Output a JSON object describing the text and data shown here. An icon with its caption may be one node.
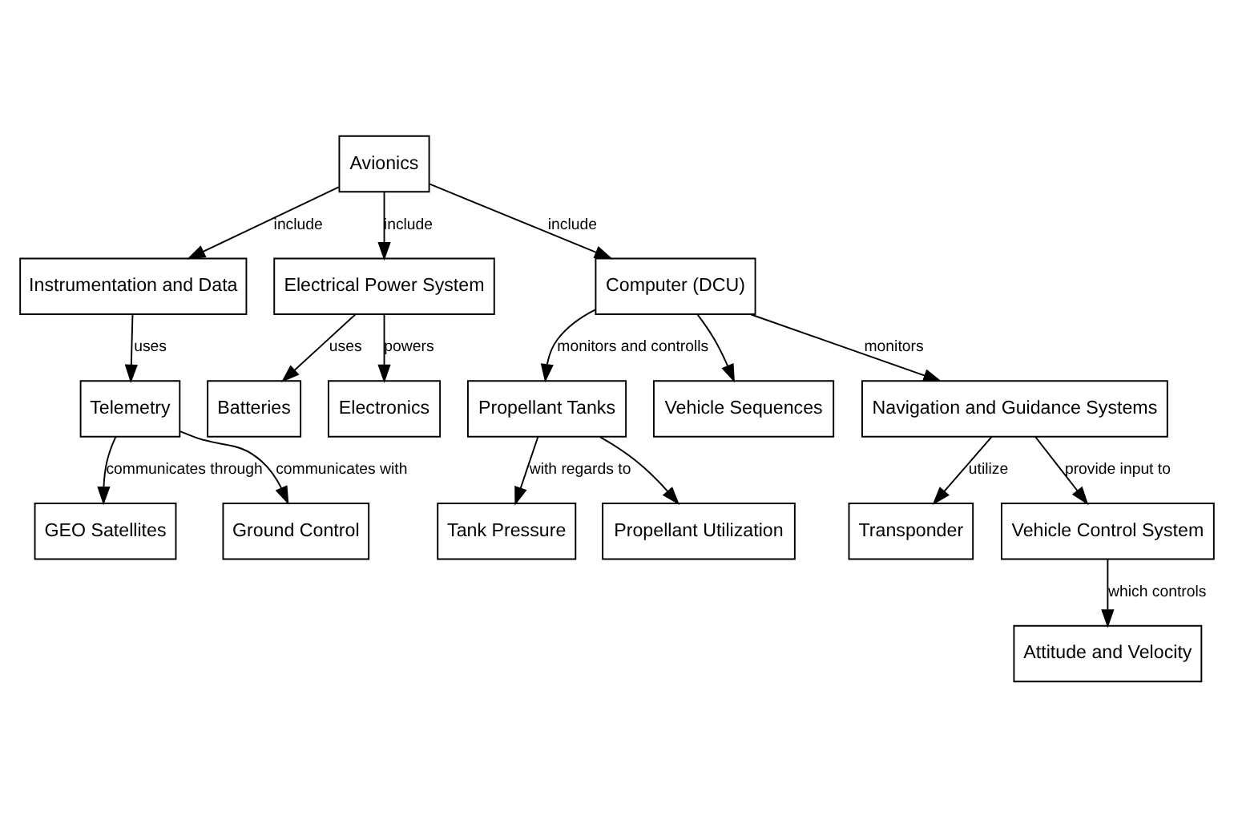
{
  "diagram": {
    "nodes": [
      {
        "text": [
          "Avionics"
        ]
      },
      {
        "text": [
          "Instrumentation and Data"
        ]
      },
      {
        "text": [
          "Electrical Power System"
        ]
      },
      {
        "text": [
          "Computer (DCU)"
        ]
      },
      {
        "text": [
          "Telemetry"
        ]
      },
      {
        "text": [
          "Batteries"
        ]
      },
      {
        "text": [
          "Electronics"
        ]
      },
      {
        "text": [
          "Propellant Tanks"
        ]
      },
      {
        "text": [
          "Vehicle Sequences"
        ]
      },
      {
        "text": [
          "Navigation and Guidance Systems"
        ]
      },
      {
        "text": [
          "GEO Satellites"
        ]
      },
      {
        "text": [
          "Ground Control"
        ]
      },
      {
        "text": [
          "Tank Pressure"
        ]
      },
      {
        "text": [
          "Propellant Utilization"
        ]
      },
      {
        "text": [
          "Transponder"
        ]
      },
      {
        "text": [
          "Vehicle Control System"
        ]
      },
      {
        "text": [
          "Attitude and Velocity"
        ]
      }
    ],
    "edges": [
      {
        "from": 0,
        "to": 1,
        "arrow": "to",
        "label": "include"
      },
      {
        "from": 0,
        "to": 2,
        "arrow": "to",
        "label": "include"
      },
      {
        "from": 0,
        "to": 3,
        "arrow": "to",
        "label": "include"
      },
      {
        "from": 1,
        "to": 4,
        "arrow": "to",
        "label": "uses"
      },
      {
        "from": 2,
        "to": 5,
        "arrow": "to",
        "label": "uses"
      },
      {
        "from": 2,
        "to": 6,
        "arrow": "to",
        "label": "powers"
      },
      {
        "from": 3,
        "to": 7,
        "arrow": "to",
        "label": "monitors and controlls"
      },
      {
        "from": 3,
        "to": 8,
        "arrow": "to"
      },
      {
        "from": 3,
        "to": 9,
        "arrow": "to",
        "label": "monitors"
      },
      {
        "from": 4,
        "to": 10,
        "arrow": "to",
        "label": "communicates through"
      },
      {
        "from": 4,
        "to": 11,
        "arrow": "to",
        "label": "communicates with"
      },
      {
        "from": 7,
        "to": 12,
        "arrow": "to",
        "label": "with regards to"
      },
      {
        "from": 7,
        "to": 13,
        "arrow": "to"
      },
      {
        "from": 9,
        "to": 14,
        "arrow": "to",
        "label": "utilize"
      },
      {
        "from": 9,
        "to": 15,
        "arrow": "to",
        "label": "provide input to"
      },
      {
        "from": 15,
        "to": 16,
        "arrow": "to",
        "label": "which controls"
      }
    ]
  }
}
